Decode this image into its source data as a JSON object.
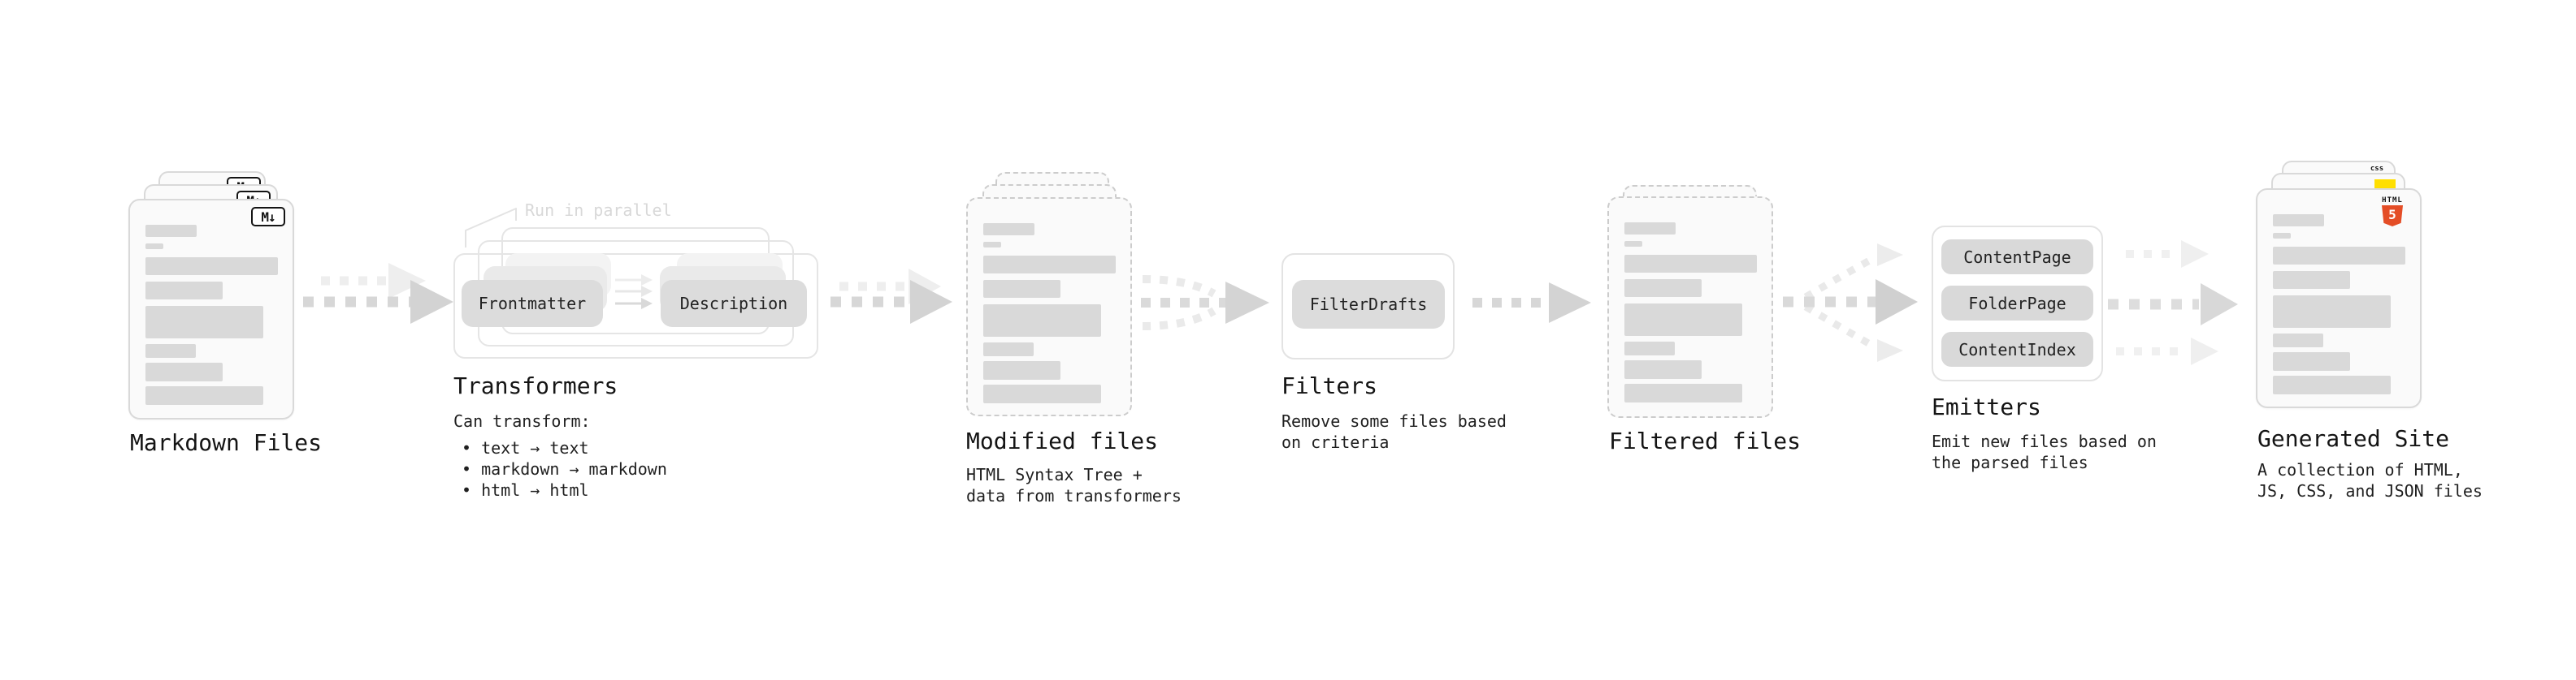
{
  "colors": {
    "placeholder_gray": "#d9d9d9",
    "arrow_gray": "#d4d4d4",
    "ghost_arrow_gray": "#ededed",
    "html5_orange": "#e44d26",
    "js_yellow": "#ffdf00",
    "css_blue": "#2d5de5"
  },
  "sections": {
    "markdown": {
      "label": "Markdown Files",
      "badge": "M↓"
    },
    "transformers": {
      "title": "Transformers",
      "parallel_note": "Run in parallel",
      "pill_from": "Frontmatter",
      "pill_to": "Description",
      "desc_lines": [
        "Can transform:",
        "• text → text",
        "• markdown → markdown",
        "• html → html"
      ]
    },
    "modified": {
      "label": "Modified files",
      "desc_lines": [
        "HTML Syntax Tree +",
        "data from transformers"
      ]
    },
    "filters": {
      "title": "Filters",
      "pill": "FilterDrafts",
      "desc_lines": [
        "Remove some files based",
        "on criteria"
      ]
    },
    "filtered": {
      "label": "Filtered files"
    },
    "emitters": {
      "title": "Emitters",
      "pills": [
        "ContentPage",
        "FolderPage",
        "ContentIndex"
      ],
      "desc_lines": [
        "Emit new files based on",
        "the parsed files"
      ]
    },
    "generated": {
      "label": "Generated Site",
      "badge_html_label": "HTML",
      "badge_html_number": "5",
      "badge_css": "css",
      "desc_lines": [
        "A collection of HTML,",
        "JS, CSS, and JSON files"
      ]
    }
  }
}
